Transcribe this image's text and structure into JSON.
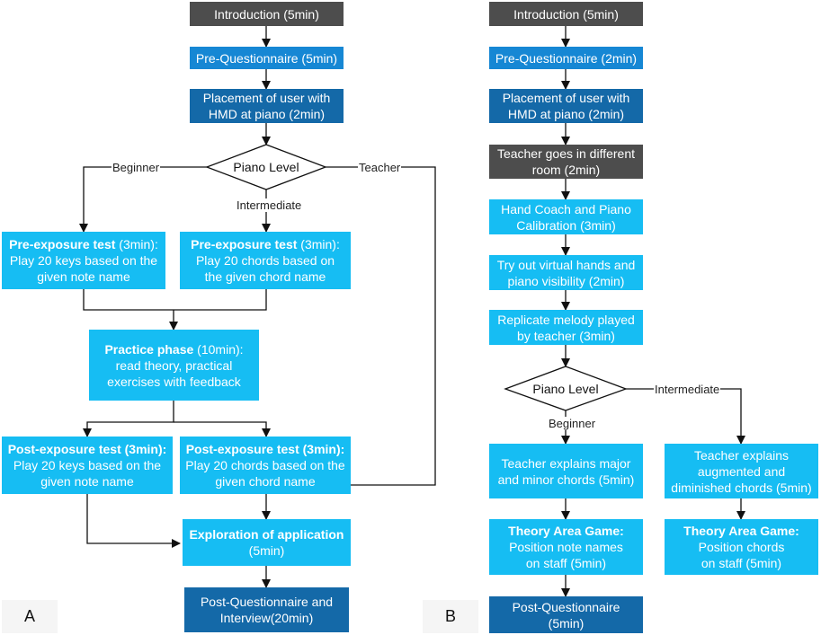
{
  "panel_a": {
    "label": "A",
    "intro": "Introduction (5min)",
    "pre_questionnaire": "Pre-Questionnaire (5min)",
    "placement": [
      "Placement of user with",
      "HMD at piano (2min)"
    ],
    "decision": "Piano Level",
    "branch_beginner": "Beginner",
    "branch_intermediate": "Intermediate",
    "branch_teacher": "Teacher",
    "pre_test_keys": {
      "bold": "Pre-exposure test",
      "rest": " (3min):",
      "lines": [
        "Play 20 keys based on the",
        "given note name"
      ]
    },
    "pre_test_chords": {
      "bold": "Pre-exposure test",
      "rest": " (3min):",
      "lines": [
        "Play 20 chords based on",
        "the given chord name"
      ]
    },
    "practice": {
      "bold": "Practice phase",
      "rest": " (10min):",
      "lines": [
        "read theory, practical",
        "exercises with feedback"
      ]
    },
    "post_test_keys": {
      "bold": "Post-exposure test (3min):",
      "lines": [
        "Play 20 keys based on the",
        "given note name"
      ]
    },
    "post_test_chords": {
      "bold": "Post-exposure test (3min):",
      "lines": [
        "Play 20 chords based on the",
        "given chord name"
      ]
    },
    "exploration": {
      "bold": "Exploration of application",
      "lines": [
        "(5min)"
      ]
    },
    "post_questionnaire": [
      "Post-Questionnaire and",
      "Interview(20min)"
    ]
  },
  "panel_b": {
    "label": "B",
    "intro": "Introduction (5min)",
    "pre_questionnaire": "Pre-Questionnaire (2min)",
    "placement": [
      "Placement of user with",
      "HMD at piano (2min)"
    ],
    "teacher_room": [
      "Teacher goes in different",
      "room (2min)"
    ],
    "hand_coach": [
      "Hand Coach and Piano",
      "Calibration (3min)"
    ],
    "try_out": [
      "Try out virtual hands and",
      "piano visibility (2min)"
    ],
    "replicate": [
      "Replicate melody played",
      "by teacher (3min)"
    ],
    "decision": "Piano Level",
    "branch_intermediate": "Intermediate",
    "branch_beginner": "Beginner",
    "explain_major": [
      "Teacher explains major",
      "and minor chords (5min)"
    ],
    "explain_augmented": [
      "Teacher explains",
      "augmented and",
      "diminished chords (5min)"
    ],
    "theory_notes": {
      "bold": "Theory Area Game:",
      "lines": [
        "Position note names",
        "on staff (5min)"
      ]
    },
    "theory_chords": {
      "bold": "Theory Area Game:",
      "lines": [
        "Position chords",
        "on staff (5min)"
      ]
    },
    "post_questionnaire": [
      "Post-Questionnaire",
      "(5min)"
    ]
  },
  "colors": {
    "dark_gray": "#4d4d4d",
    "light_blue": "#16bdf3",
    "mid_blue": "#1687d4",
    "navy_blue": "#1469a8"
  }
}
